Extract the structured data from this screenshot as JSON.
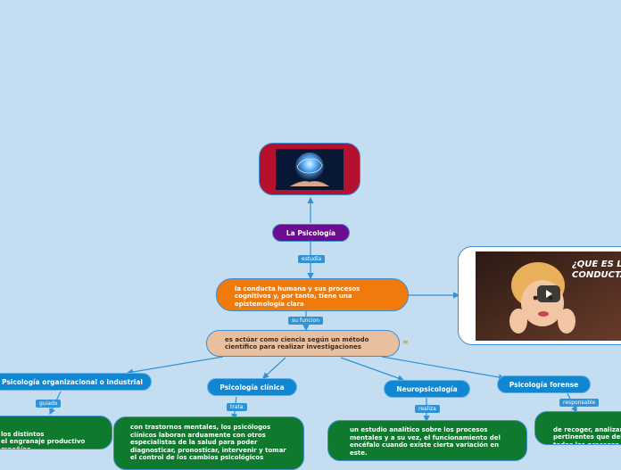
{
  "root": {
    "title": "La Psicología"
  },
  "links": {
    "estudia": "estudia",
    "su_funcion": "su funcion",
    "guiado": "guiado",
    "trata": "trata",
    "realiza": "realiza",
    "responsable": "responsable"
  },
  "main": {
    "study": "la conducta humana y sus procesos cognitivos y, por tanto, tiene una epistemología clara",
    "function": "es actúar como ciencia según un método científico para realizar investigaciones"
  },
  "branches": {
    "org": {
      "title": "Psicología organizacional o industrial",
      "detail": "los distintos\nel engranaje productivo\nmpañías."
    },
    "clin": {
      "title": "Psicología clínica",
      "detail": "con trastornos mentales, los psicólogos clínicos laboran arduamente con otros especialistas de la salud para poder diagnosticar, pronosticar, intervenir y tomar el control de los cambios psicológicos"
    },
    "neuro": {
      "title": "Neuropsicología",
      "detail": "un estudio analítico sobre los procesos mentales y a su vez, el funcionamiento del encéfalo cuando existe cierta variación en este."
    },
    "foren": {
      "title": "Psicología forense",
      "detail": "de recoger, analizar\npertinentes que del\ntodos los procesos j"
    }
  },
  "video": {
    "caption": "¿QUÉ ES LA CONDUCTA?"
  },
  "icons": {
    "note": "notes-icon",
    "play": "play-icon"
  },
  "colors": {
    "background": "#c5ddf1",
    "root": "#6b0d8e",
    "study": "#f07a0c",
    "function": "#e8c0a0",
    "branch": "#1287d1",
    "detail": "#0f7a2e",
    "image_frame": "#b5102d"
  }
}
